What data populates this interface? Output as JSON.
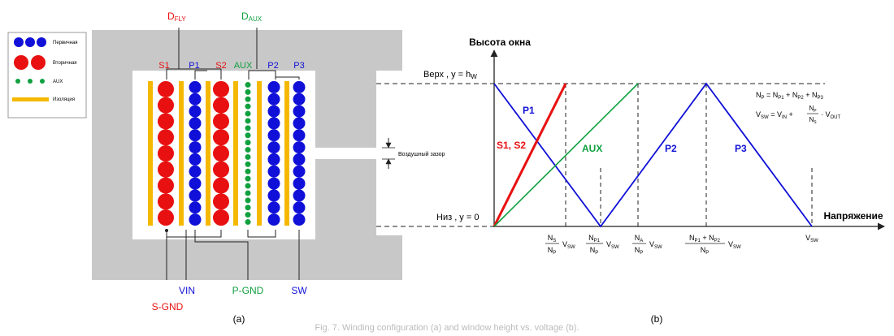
{
  "legend": {
    "primary": "Первичная",
    "secondary": "Вторичная",
    "aux": "AUX",
    "insulation": "Изоляция"
  },
  "colors": {
    "primary": "#1010d8",
    "secondary": "#e81010",
    "aux": "#10a040",
    "insulation": "#f5b800",
    "core": "#c8c8c8"
  },
  "transformer": {
    "dfly": "D",
    "dfly_sub": "FLY",
    "daux": "D",
    "daux_sub": "AUX",
    "columns": [
      "S1",
      "P1",
      "S2",
      "AUX",
      "P2",
      "P3"
    ],
    "air_gap": "Воздушный зазор",
    "pins": {
      "sgnd": "S-GND",
      "vin": "VIN",
      "pgnd": "P-GND",
      "sw": "SW"
    },
    "label": "(a)"
  },
  "graph": {
    "y_title": "Высота окна",
    "x_title": "Напряжение",
    "top": "Верх , y = h",
    "top_sub": "W",
    "bottom": "Низ , y = 0",
    "lines": {
      "p1": "P1",
      "s1s2": "S1, S2",
      "aux": "AUX",
      "p2": "P2",
      "p3": "P3"
    },
    "label": "(b)"
  },
  "caption": "Fig. 7. Winding configuration (a) and window height vs. voltage (b)."
}
